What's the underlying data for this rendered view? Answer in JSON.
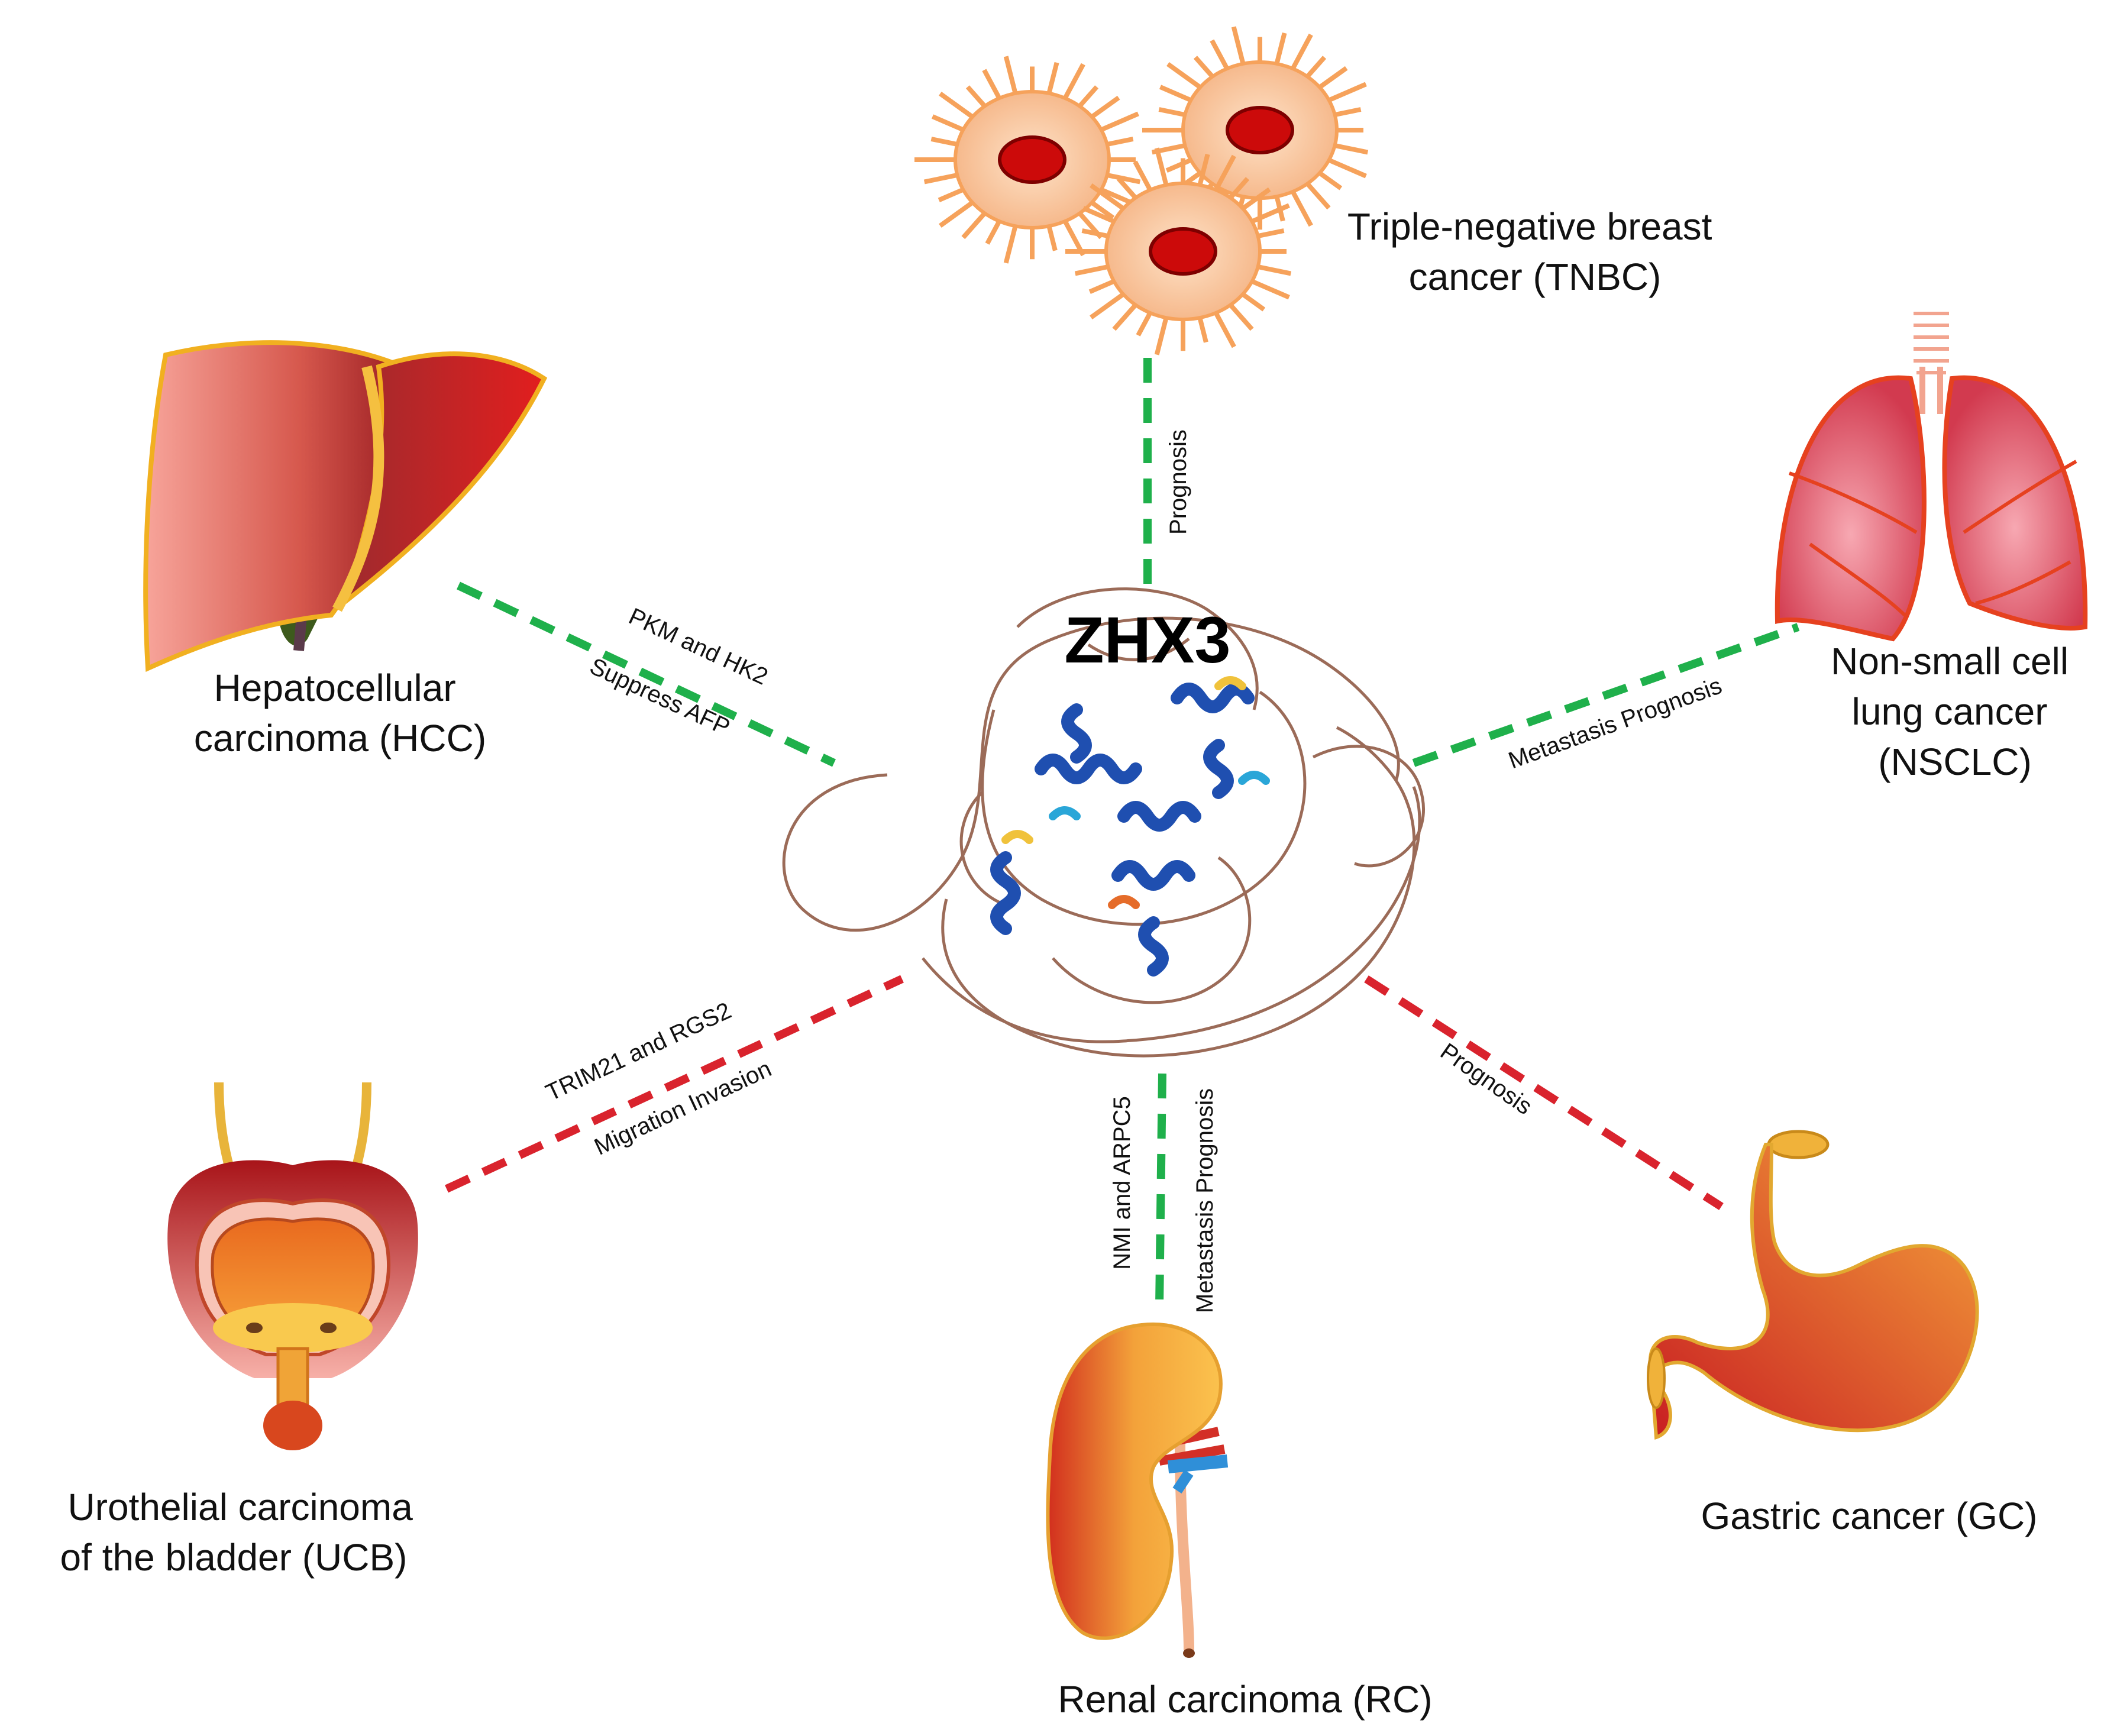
{
  "center": {
    "label": "ZHX3"
  },
  "colors": {
    "positive_link": "#1fb04b",
    "negative_link": "#d9232d",
    "protein_helix": "#1f4fb0",
    "protein_loop": "#9b6b58"
  },
  "nodes": {
    "tnbc": {
      "label_lines": [
        "Triple-negative breast",
        "cancer (TNBC)"
      ],
      "icon": "cancer-cells-icon"
    },
    "hcc": {
      "label_lines": [
        "Hepatocellular",
        "carcinoma (HCC)"
      ],
      "icon": "liver-icon"
    },
    "nsclc": {
      "label_lines": [
        "Non-small cell",
        "lung cancer",
        "(NSCLC)"
      ],
      "icon": "lungs-icon"
    },
    "ucb": {
      "label_lines": [
        "Urothelial carcinoma",
        "of the bladder (UCB)"
      ],
      "icon": "bladder-icon"
    },
    "rc": {
      "label_lines": [
        "Renal carcinoma (RC)"
      ],
      "icon": "kidney-icon"
    },
    "gc": {
      "label_lines": [
        "Gastric cancer (GC)"
      ],
      "icon": "stomach-icon"
    }
  },
  "links": {
    "tnbc": {
      "color": "positive",
      "texts": [
        "Prognosis"
      ]
    },
    "hcc": {
      "color": "positive",
      "texts": [
        "PKM and HK2",
        "Suppress AFP"
      ]
    },
    "nsclc": {
      "color": "positive",
      "texts": [
        "Metastasis Prognosis"
      ]
    },
    "ucb": {
      "color": "negative",
      "texts": [
        "TRIM21 and RGS2",
        "Migration  Invasion"
      ]
    },
    "rc": {
      "color": "positive",
      "texts": [
        "NMI and ARPC5",
        "Metastasis  Prognosis"
      ]
    },
    "gc": {
      "color": "negative",
      "texts": [
        "Prognosis"
      ]
    }
  }
}
